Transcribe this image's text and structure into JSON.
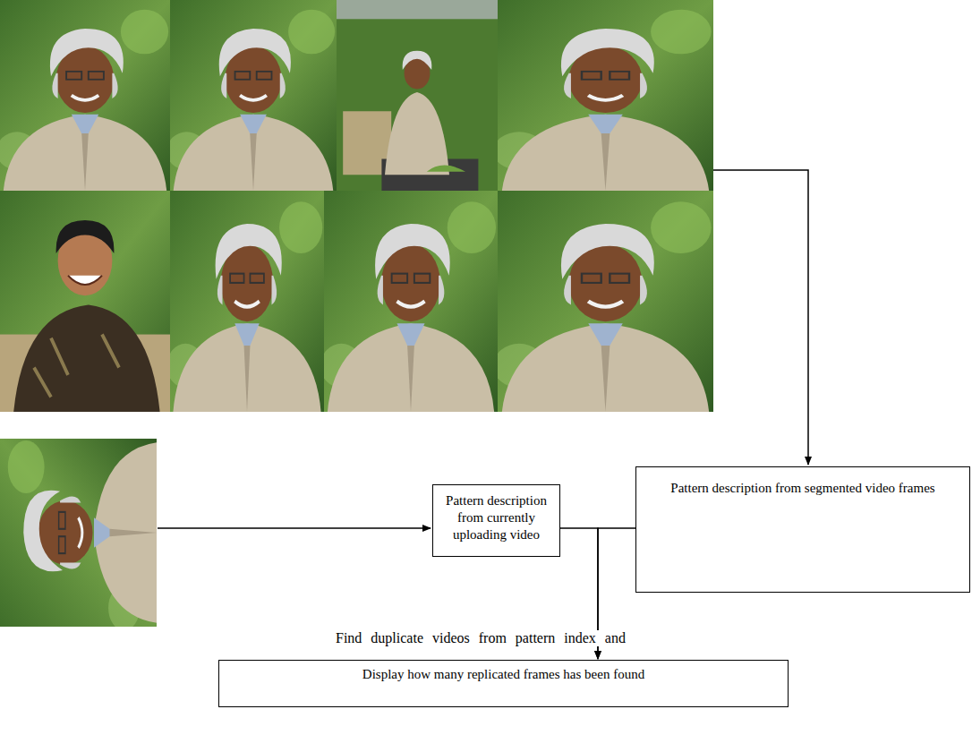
{
  "diagram": {
    "nodes": [
      {
        "text": [
          "Pattern description from currently uploading video"
        ]
      },
      {
        "text": [
          "Pattern description from segmented video frames"
        ]
      },
      {
        "text": [
          "Display how many replicated frames has been found"
        ]
      }
    ],
    "edges": [
      {
        "from": 0,
        "to": 2,
        "arrow": "to"
      },
      {
        "from": 1,
        "to": 2,
        "arrow": "to"
      }
    ],
    "labels": [
      "Find duplicate videos from pattern index and"
    ]
  }
}
